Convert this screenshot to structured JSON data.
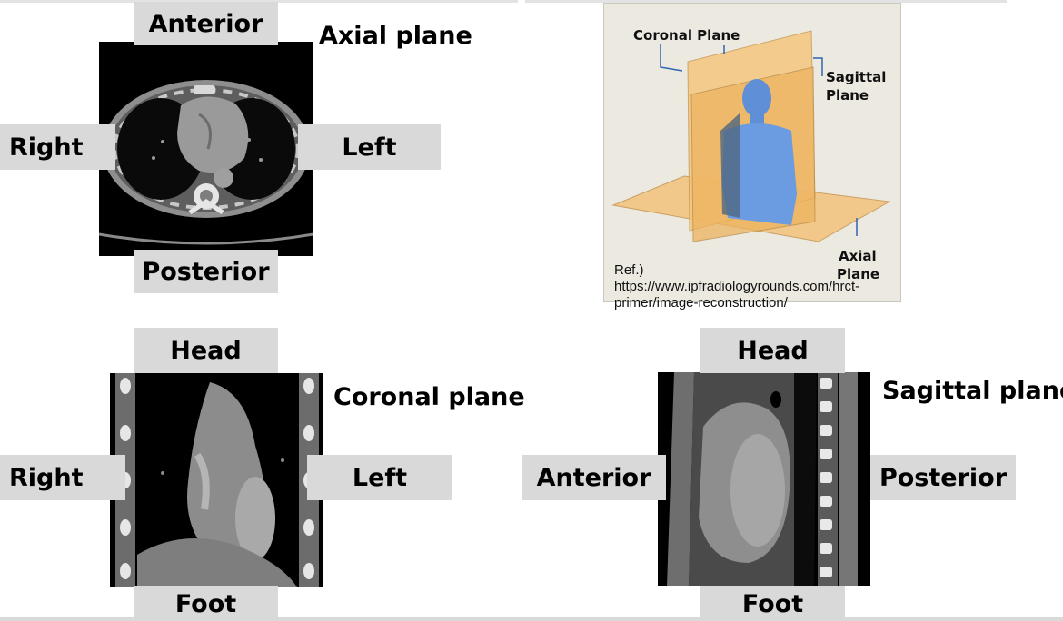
{
  "axial": {
    "title": "Axial plane",
    "top": "Anterior",
    "bottom": "Posterior",
    "left": "Right",
    "right": "Left"
  },
  "coronal": {
    "title": "Coronal plane",
    "top": "Head",
    "bottom": "Foot",
    "left": "Right",
    "right": "Left"
  },
  "sagittal": {
    "title": "Sagittal plane",
    "top": "Head",
    "bottom": "Foot",
    "left": "Anterior",
    "right": "Posterior"
  },
  "diagram": {
    "coronal_label": "Coronal Plane",
    "sagittal_label_1": "Sagittal",
    "sagittal_label_2": "Plane",
    "axial_label_1": "Axial",
    "axial_label_2": "Plane"
  },
  "reference": {
    "line1": "Ref.)",
    "line2": "https://www.ipfradiologyrounds.com/hrct-",
    "line3": "primer/image-reconstruction/"
  }
}
